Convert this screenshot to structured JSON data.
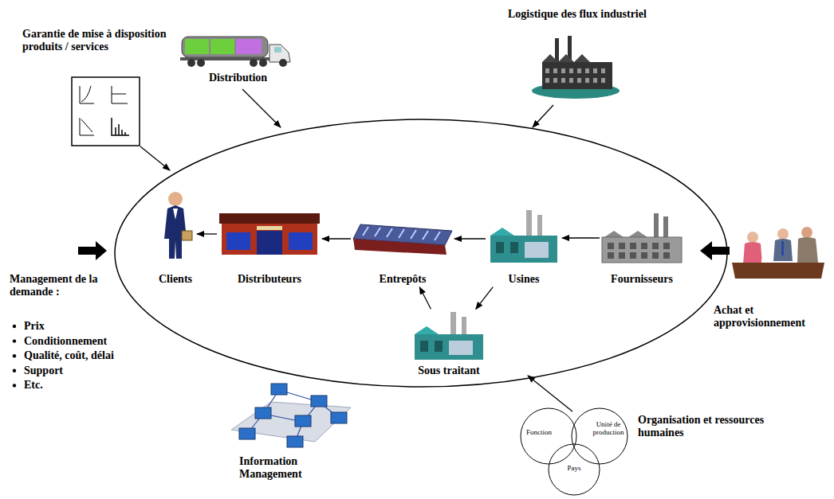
{
  "diagram": {
    "nodes": [
      {
        "text": [
          "Clients"
        ]
      },
      {
        "text": [
          "Distributeurs"
        ]
      },
      {
        "text": [
          "Entrepôts"
        ]
      },
      {
        "text": [
          "Usines"
        ]
      },
      {
        "text": [
          "Fournisseurs"
        ]
      },
      {
        "text": [
          "Sous traitant"
        ]
      },
      {
        "text": [
          "Fonction"
        ]
      },
      {
        "text": [
          "Unité de production"
        ]
      },
      {
        "text": [
          "Pays"
        ]
      }
    ],
    "edges": [
      {
        "from": 4,
        "to": 3,
        "arrow": "to"
      },
      {
        "from": 3,
        "to": 2,
        "arrow": "to"
      },
      {
        "from": 2,
        "to": 1,
        "arrow": "to"
      },
      {
        "from": 1,
        "to": 0,
        "arrow": "to"
      },
      {
        "from": 3,
        "to": 5,
        "arrow": "to"
      },
      {
        "from": 5,
        "to": 2,
        "arrow": "to"
      }
    ],
    "labels": [
      "Garantie de mise à disposition produits / services",
      "Distribution",
      "Logistique des flux industriel",
      "Management de la demande :",
      "Prix",
      "Conditionnement",
      "Qualité, coût, délai",
      "Support",
      "Etc.",
      "Achat et approvisionnement",
      "Information Management",
      "Organisation et ressources humaines"
    ]
  }
}
